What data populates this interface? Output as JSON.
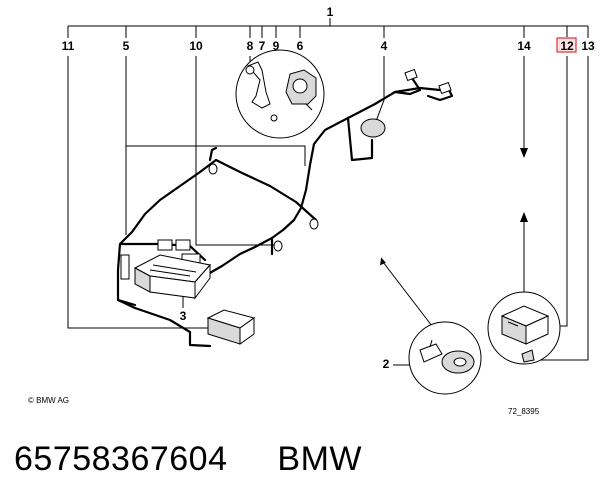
{
  "diagram": {
    "callouts": {
      "c1": "1",
      "c11": "11",
      "c5": "5",
      "c10": "10",
      "c8": "8",
      "c7": "7",
      "c9": "9",
      "c6": "6",
      "c4": "4",
      "c14": "14",
      "c12": "12",
      "c13": "13",
      "c3": "3",
      "c2": "2"
    },
    "highlight_color": "#e0303a",
    "copyright": "© BMW AG",
    "drawing_id": "72_8395"
  },
  "caption": {
    "part_number": "65758367604",
    "brand": "BMW"
  }
}
